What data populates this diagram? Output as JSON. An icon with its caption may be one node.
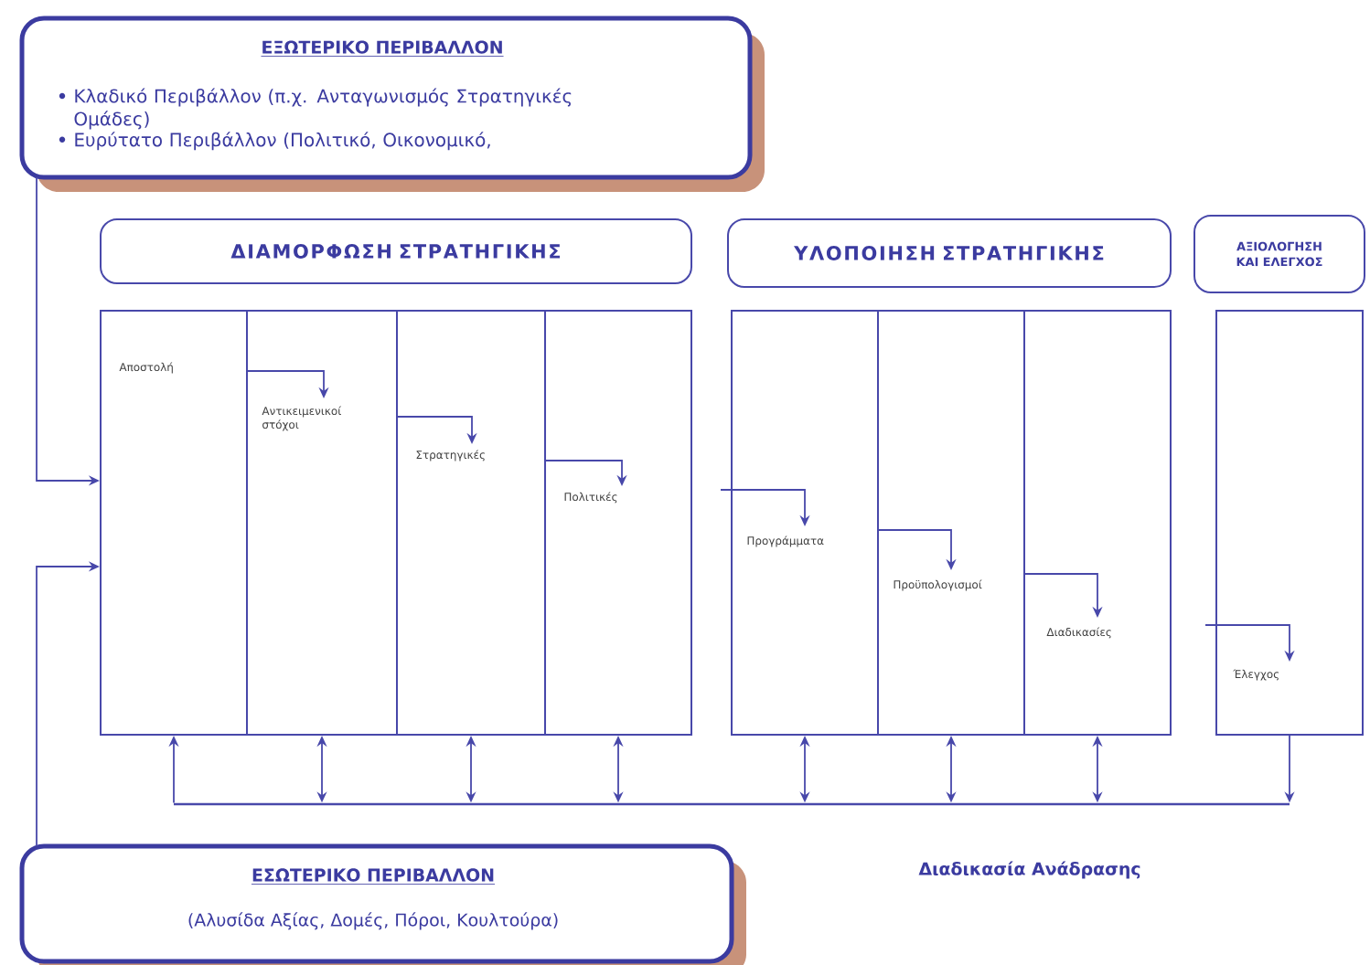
{
  "diagram": {
    "nodes": [
      {
        "text": [
          "ΕΞΩΤΕΡΙΚΟ ΠΕΡΙΒΑΛΛΟΝ",
          "Κλαδικό Περιβάλλον (π.χ. Ανταγωνισμός Στρατηγικές Ομάδες)",
          "Ευρύτατο Περιβάλλον (Πολιτικό, Οικονομικό,"
        ]
      },
      {
        "text": [
          "ΕΣΩΤΕΡΙΚΟ ΠΕΡΙΒΑΛΛΟΝ",
          "(Αλυσίδα Αξίας, Δομές, Πόροι, Κουλτούρα)"
        ]
      },
      {
        "text": [
          "ΔΙΑΜΟΡΦΩΣΗ ΣΤΡΑΤΗΓΙΚΗΣ"
        ]
      },
      {
        "text": [
          "ΥΛΟΠΟΙΗΣΗ ΣΤΡΑΤΗΓΙΚΗΣ"
        ]
      },
      {
        "text": [
          "ΑΞΙΟΛΟΓΗΣΗ ΚΑΙ ΕΛΕΓΧΟΣ"
        ]
      },
      {
        "text": [
          "Αποστολή"
        ]
      },
      {
        "text": [
          "Αντικειμενικοί στόχοι"
        ]
      },
      {
        "text": [
          "Στρατηγικές"
        ]
      },
      {
        "text": [
          "Πολιτικές"
        ]
      },
      {
        "text": [
          "Προγράμματα"
        ]
      },
      {
        "text": [
          "Προϋπολογισμοί"
        ]
      },
      {
        "text": [
          "Διαδικασίες"
        ]
      },
      {
        "text": [
          "Έλεγχος"
        ]
      },
      {
        "text": [],
        "shape": "bar",
        "beside": [
          "Διαδικασία Ανάδρασης"
        ]
      }
    ],
    "edges": [
      {
        "from": 0,
        "to": 5,
        "arrow": "to"
      },
      {
        "from": 1,
        "to": 5,
        "arrow": "to"
      },
      {
        "from": 5,
        "to": 6,
        "arrow": "to"
      },
      {
        "from": 6,
        "to": 7,
        "arrow": "to"
      },
      {
        "from": 7,
        "to": 8,
        "arrow": "to"
      },
      {
        "from": null,
        "to": 9,
        "arrow": "to"
      },
      {
        "from": 9,
        "to": 10,
        "arrow": "to"
      },
      {
        "from": 10,
        "to": 11,
        "arrow": "to"
      },
      {
        "from": null,
        "to": 12,
        "arrow": "to"
      },
      {
        "from": 13,
        "to": 5,
        "arrow": "to"
      },
      {
        "from": 13,
        "to": 6,
        "arrow": "both"
      },
      {
        "from": 13,
        "to": 7,
        "arrow": "both"
      },
      {
        "from": 13,
        "to": 8,
        "arrow": "both"
      },
      {
        "from": 13,
        "to": 9,
        "arrow": "both"
      },
      {
        "from": 13,
        "to": 10,
        "arrow": "both"
      },
      {
        "from": 13,
        "to": 11,
        "arrow": "both"
      },
      {
        "from": 12,
        "to": 13,
        "arrow": "to"
      }
    ]
  }
}
